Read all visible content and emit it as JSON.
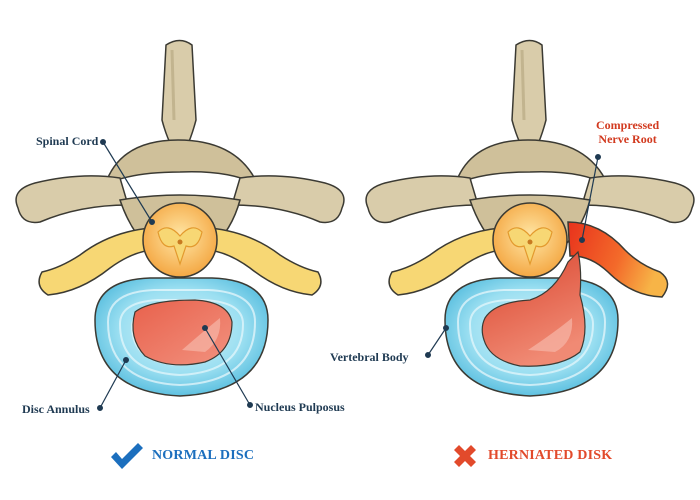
{
  "labels": {
    "spinal_cord": "Spinal Cord",
    "compressed_nerve_root_line1": "Compressed",
    "compressed_nerve_root_line2": "Nerve Root",
    "vertebral_body": "Vertebral Body",
    "disc_annulus": "Disc Annulus",
    "nucleus_pulposus": "Nucleus Pulposus"
  },
  "captions": {
    "normal": "NORMAL DISC",
    "herniated": "HERNIATED DISK"
  },
  "colors": {
    "bone": "#d9ccaa",
    "bone_outline": "#3b3a33",
    "disc_blue": "#8dd9ee",
    "nucleus": "#ef6a57",
    "nerve_yellow": "#f7d774",
    "spinal_cord": "#f6b24a",
    "label_text": "#1f3a52",
    "accent_blue": "#1c6fbe",
    "accent_red": "#e24a2b"
  },
  "icons": {
    "normal": "check-icon",
    "herniated": "x-cross-icon"
  }
}
